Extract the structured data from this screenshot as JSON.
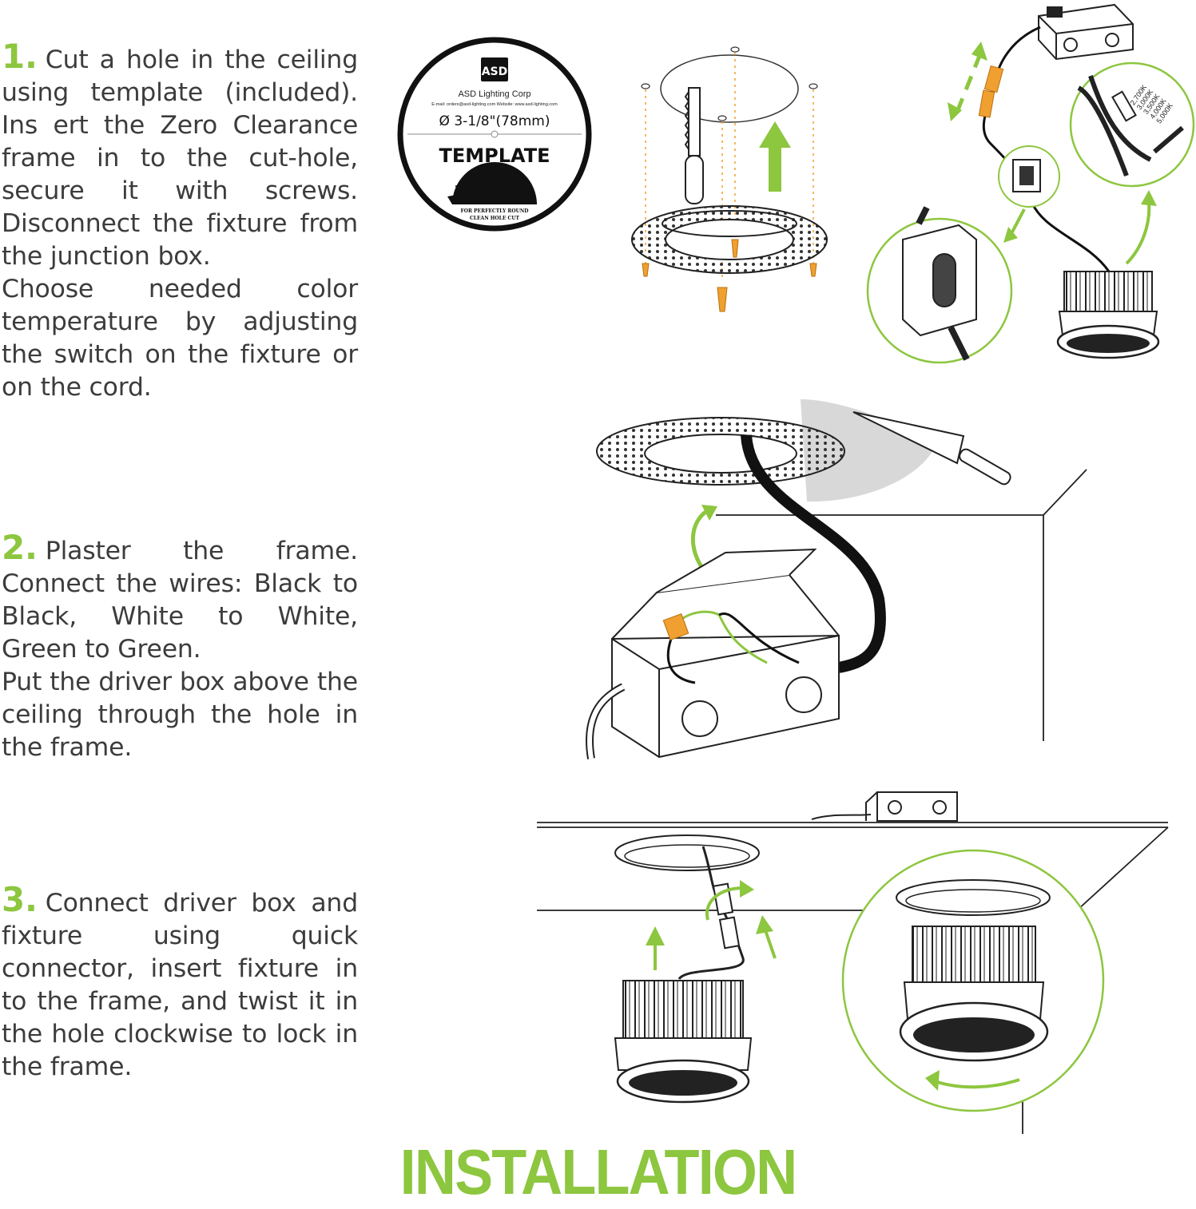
{
  "steps": [
    {
      "number": "1.",
      "paragraphs": [
        "Cut a hole in the ceiling using template (included). Ins ert the Zero Clearance frame in to the cut-hole, secure it with screws. Disconnect the fixture from the junction box.",
        "Choose needed color temperature by adjusting the switch on the fixture or on the cord."
      ]
    },
    {
      "number": "2.",
      "paragraphs": [
        "Plaster the frame. Connect the wires: Black to Black, White to White, Green to Green.",
        "Put the driver box above the ceiling through the hole in the frame."
      ]
    },
    {
      "number": "3.",
      "paragraphs": [
        "Connect driver box and fixture using quick connector, insert fixture in to the frame, and twist it in the hole clockwise to lock in the frame."
      ]
    }
  ],
  "template_badge": {
    "logo": "ASD",
    "company": "ASD Lighting Corp",
    "contact": "E-mail: orders@asd-lighting.com  Website: www.asd-lighting.com",
    "diameter": "Ø 3-1/8\"(78mm)",
    "label": "TEMPLATE",
    "footer_line1": "FOR PERFECTLY ROUND",
    "footer_line2": "CLEAN HOLE CUT"
  },
  "cct_options": [
    "2,700K",
    "3,000K",
    "3,500K",
    "4,000K",
    "5,000K"
  ],
  "title": "INSTALLATION",
  "colors": {
    "accent": "#8dc63f",
    "line": "#1a1a1a",
    "text": "#3c3c3c",
    "screw": "#f0a030"
  }
}
